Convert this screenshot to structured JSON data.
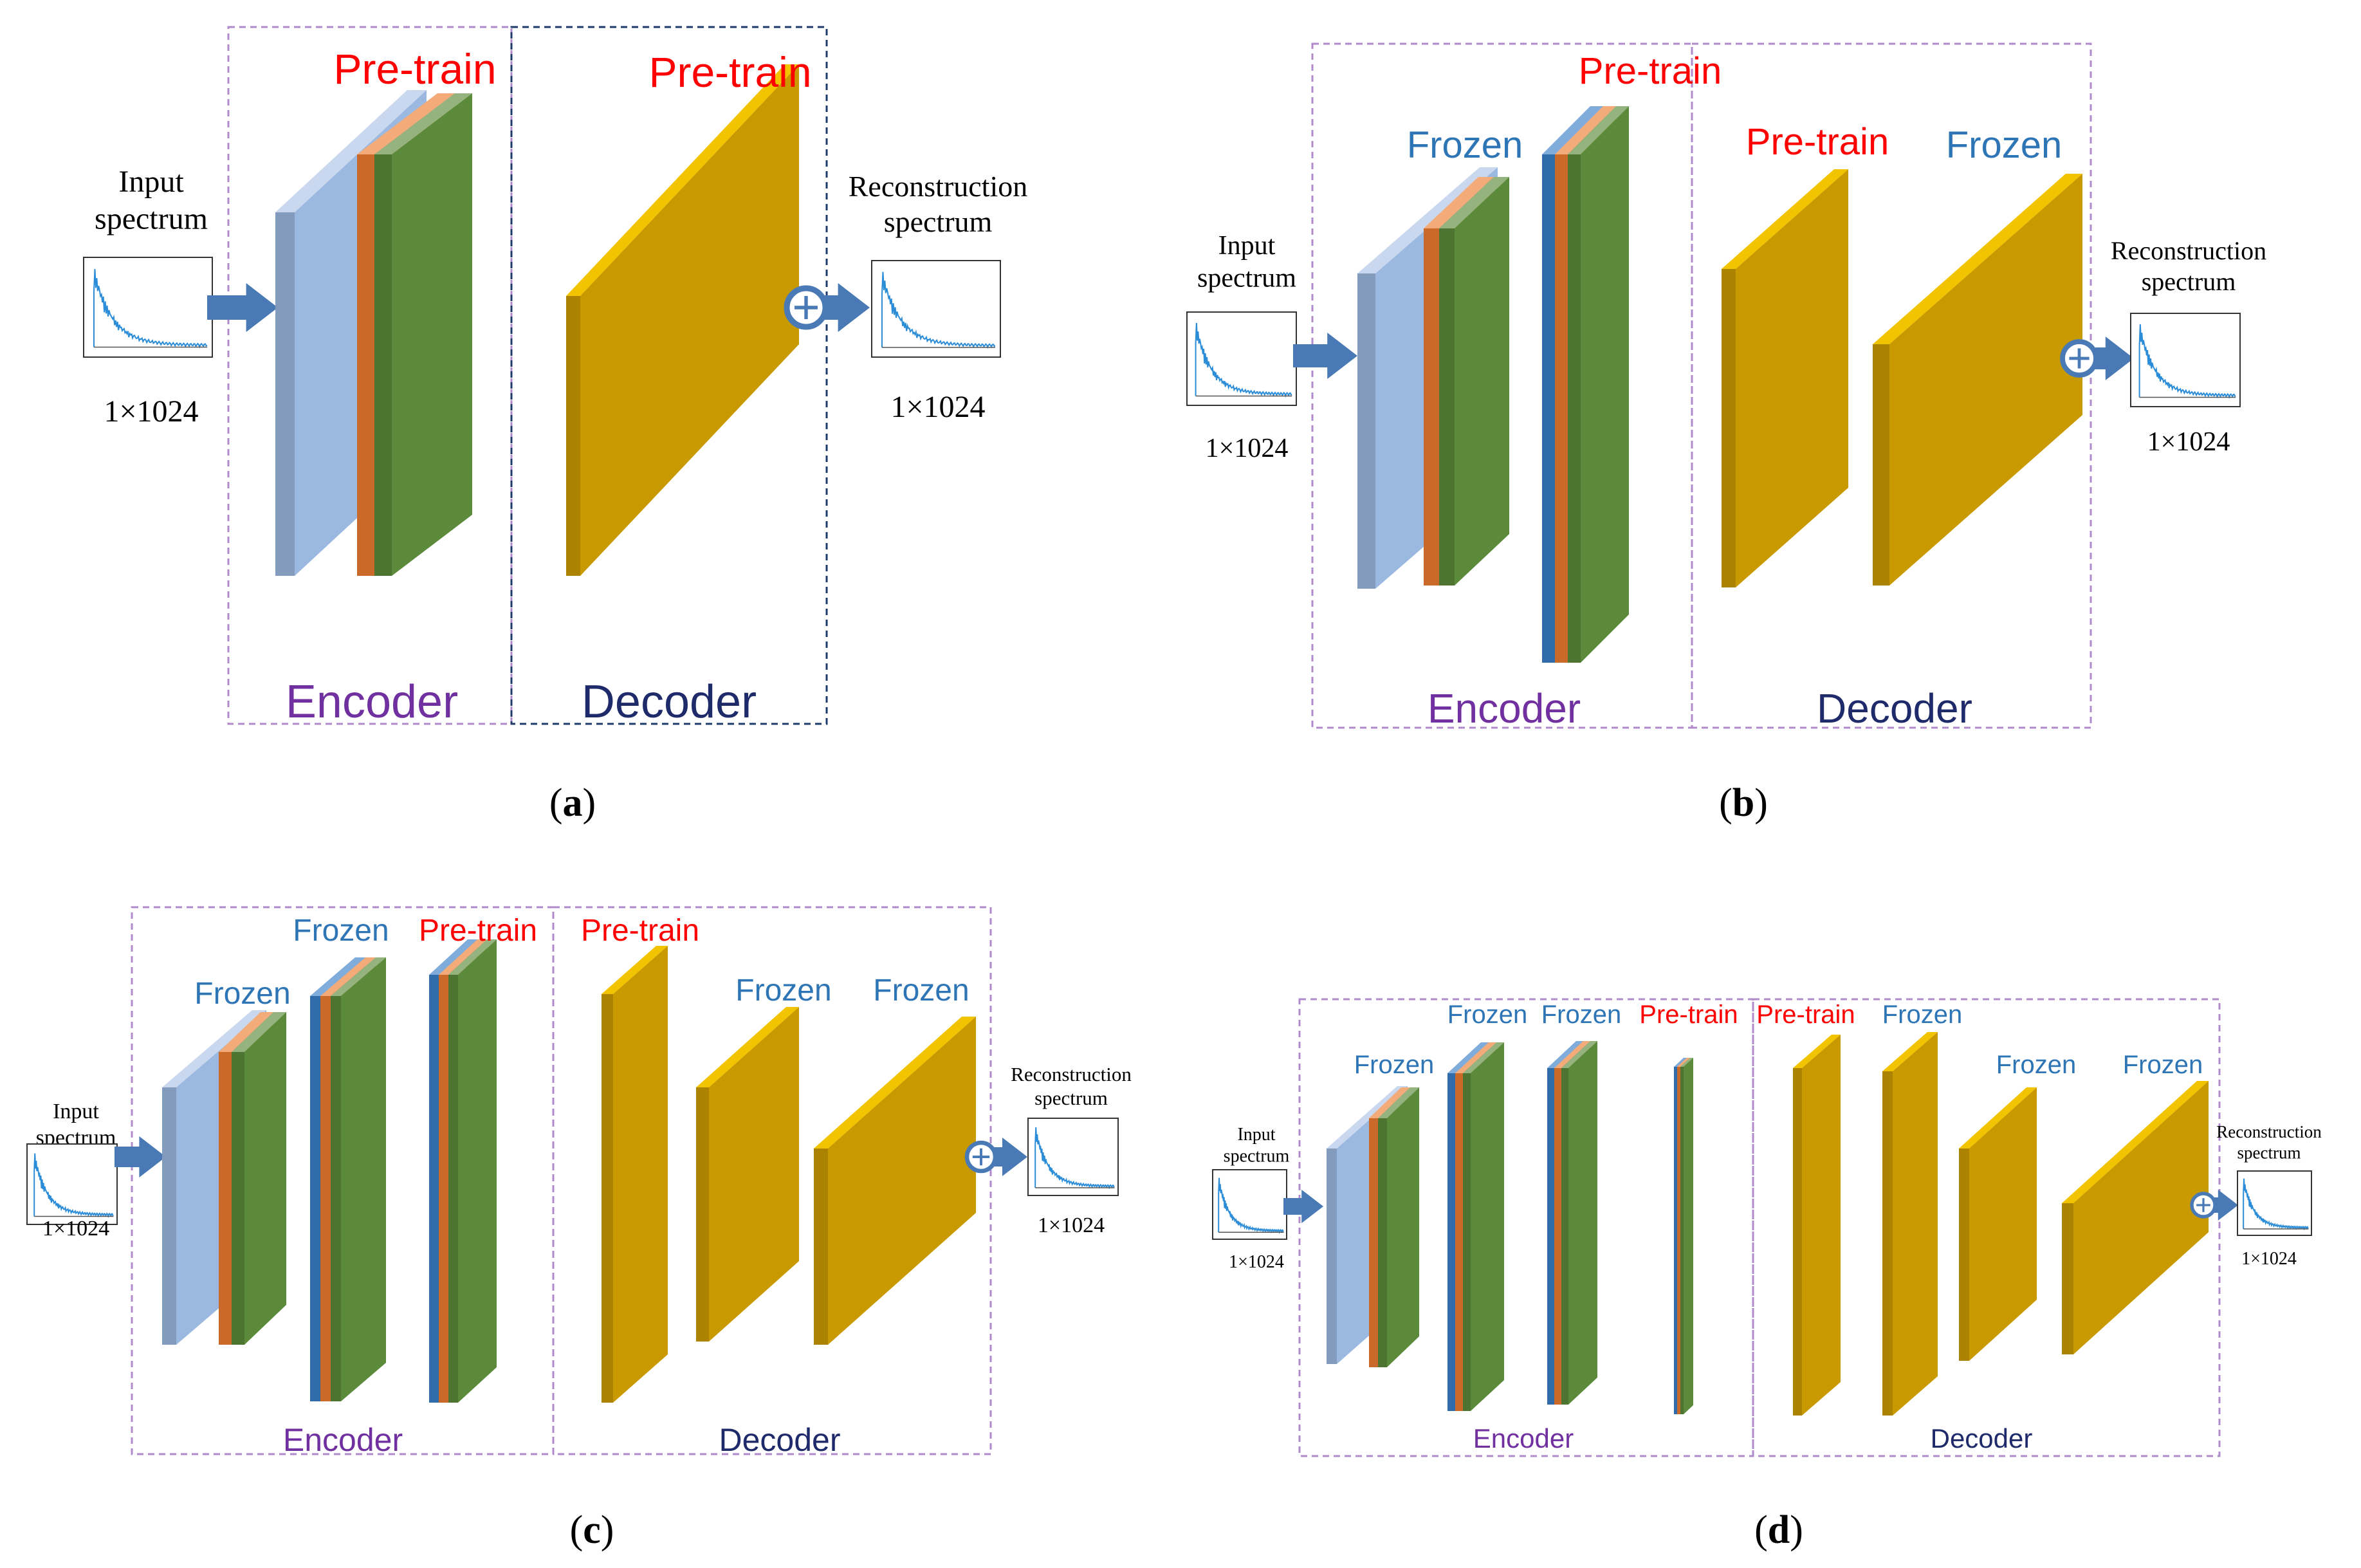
{
  "colors": {
    "input_layer": "#9ab8e0",
    "orange": "#ed7d31",
    "green": "#5a8a3a",
    "blue": "#3a7fc8",
    "decoder": "#c99a00",
    "decoder_edge": "#f2c400",
    "pretrain": "#ff0000",
    "frozen": "#2e75b6",
    "encoder_label": "#7030a0",
    "decoder_label": "#1f2a6b",
    "arrow": "#4a7ab5"
  },
  "panels": [
    {
      "id": "a",
      "caption": "a",
      "input_label": [
        "Input",
        "spectrum"
      ],
      "input_size": "1×1024",
      "output_label": [
        "Reconstruction",
        "spectrum"
      ],
      "output_size": "1×1024",
      "encoder_label": "Encoder",
      "decoder_label": "Decoder",
      "tags": [
        "Pre-train",
        "Pre-train"
      ]
    },
    {
      "id": "b",
      "caption": "b",
      "input_label": [
        "Input",
        "spectrum"
      ],
      "input_size": "1×1024",
      "output_label": [
        "Reconstruction",
        "spectrum"
      ],
      "output_size": "1×1024",
      "encoder_label": "Encoder",
      "decoder_label": "Decoder",
      "tags": [
        "Frozen",
        "Pre-train",
        "Pre-train",
        "Frozen"
      ]
    },
    {
      "id": "c",
      "caption": "c",
      "input_label": [
        "Input",
        "spectrum"
      ],
      "input_size": "1×1024",
      "output_label": [
        "Reconstruction",
        "spectrum"
      ],
      "output_size": "1×1024",
      "encoder_label": "Encoder",
      "decoder_label": "Decoder",
      "tags": [
        "Frozen",
        "Frozen",
        "Pre-train",
        "Pre-train",
        "Frozen",
        "Frozen"
      ]
    },
    {
      "id": "d",
      "caption": "d",
      "input_label": [
        "Input",
        "spectrum"
      ],
      "input_size": "1×1024",
      "output_label": [
        "Reconstruction",
        "spectrum"
      ],
      "output_size": "1×1024",
      "encoder_label": "Encoder",
      "decoder_label": "Decoder",
      "tags": [
        "Frozen",
        "Frozen",
        "Frozen",
        "Pre-train",
        "Pre-train",
        "Frozen",
        "Frozen",
        "Frozen"
      ]
    }
  ]
}
